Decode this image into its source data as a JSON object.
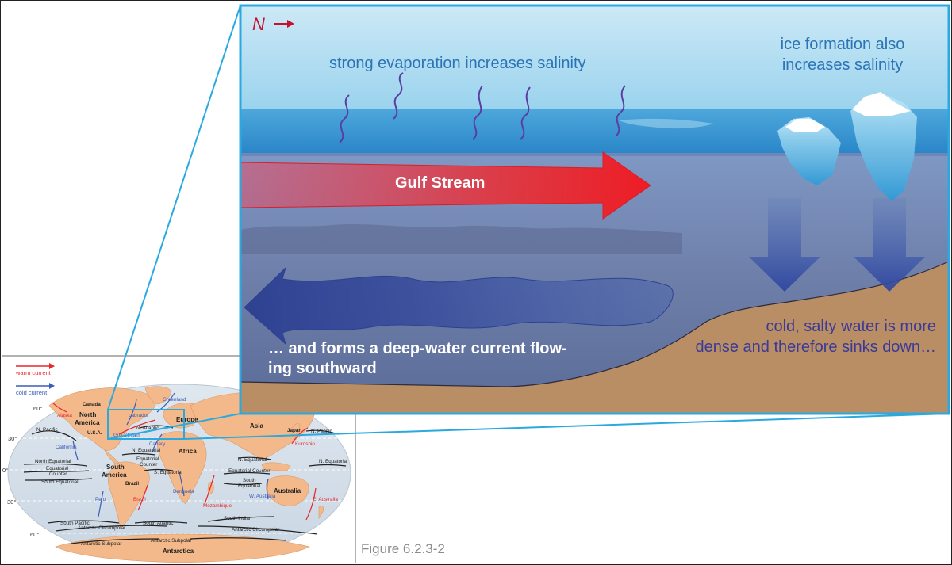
{
  "figure_caption": "Figure 6.2.3-2",
  "detail": {
    "north_label": "N",
    "evaporation_text": "strong evaporation increases salinity",
    "ice_text_line1": "ice formation also",
    "ice_text_line2": "increases salinity",
    "gulf_stream_label": "Gulf Stream",
    "deep_current_line1": "… and forms a deep-water current flow-",
    "deep_current_line2": "ing southward",
    "sinking_line1": "cold, salty water is more",
    "sinking_line2": "dense and therefore sinks down…"
  },
  "map": {
    "legend": {
      "warm": "warm current",
      "cold": "cold current"
    },
    "latitudes": [
      "60°",
      "30°",
      "0°",
      "30°",
      "60°"
    ],
    "continents": {
      "canada": "Canada",
      "north_america_1": "North",
      "north_america_2": "America",
      "usa": "U.S.A.",
      "south_america_1": "South",
      "south_america_2": "America",
      "brazil": "Brazil",
      "europe": "Europe",
      "asia": "Asia",
      "africa": "Africa",
      "japan": "Japan",
      "australia": "Australia",
      "antarctica": "Antarctica"
    },
    "currents": {
      "alaska": "Alaska",
      "n_pacific_w": "N. Pacific",
      "california": "California",
      "n_equatorial_w": "North Equatorial",
      "eq_counter_w1": "Equatorial",
      "eq_counter_w2": "Counter",
      "s_equatorial_w": "South Equatorial",
      "peru": "Peru",
      "labrador": "Labrador",
      "greenland": "Greenland",
      "gulf": "Gulf Stream",
      "n_atlantic": "N. Atlantic",
      "canary": "Canary",
      "n_equatorial_a": "N. Equatorial",
      "eq_counter_a1": "Equatorial",
      "eq_counter_a2": "Counter",
      "s_equatorial_a": "S. Equatorial",
      "brazil_c": "Brazil",
      "benguela": "Benguela",
      "south_atlantic": "South Atlantic",
      "mozambique": "Mozambique",
      "n_equatorial_i": "N. Equatorial",
      "eq_counter_i": "Equatorial Counter",
      "s_equatorial_i1": "South",
      "s_equatorial_i2": "Equatorial",
      "w_australia": "W. Australia",
      "e_australia": "E. Australia",
      "south_indian": "South Indian",
      "n_pacific_e": "N. Pacific",
      "kuroshio": "Kuroshio",
      "n_equatorial_e": "N. Equatorial",
      "south_pacific": "South Pacific",
      "acc_1": "Antarctic Circumpolar",
      "acc_2": "Antarctic Circumpolar",
      "subpolar_1": "Antarctic Subpolar",
      "subpolar_2": "Antarctic Subpolar"
    }
  },
  "colors": {
    "warm": "#e8262b",
    "cold": "#3b5cb7",
    "callout_line": "#29a9e0",
    "land": "#f3b98a",
    "ocean": "#d4dfe9",
    "deep_water": "#33479b"
  }
}
